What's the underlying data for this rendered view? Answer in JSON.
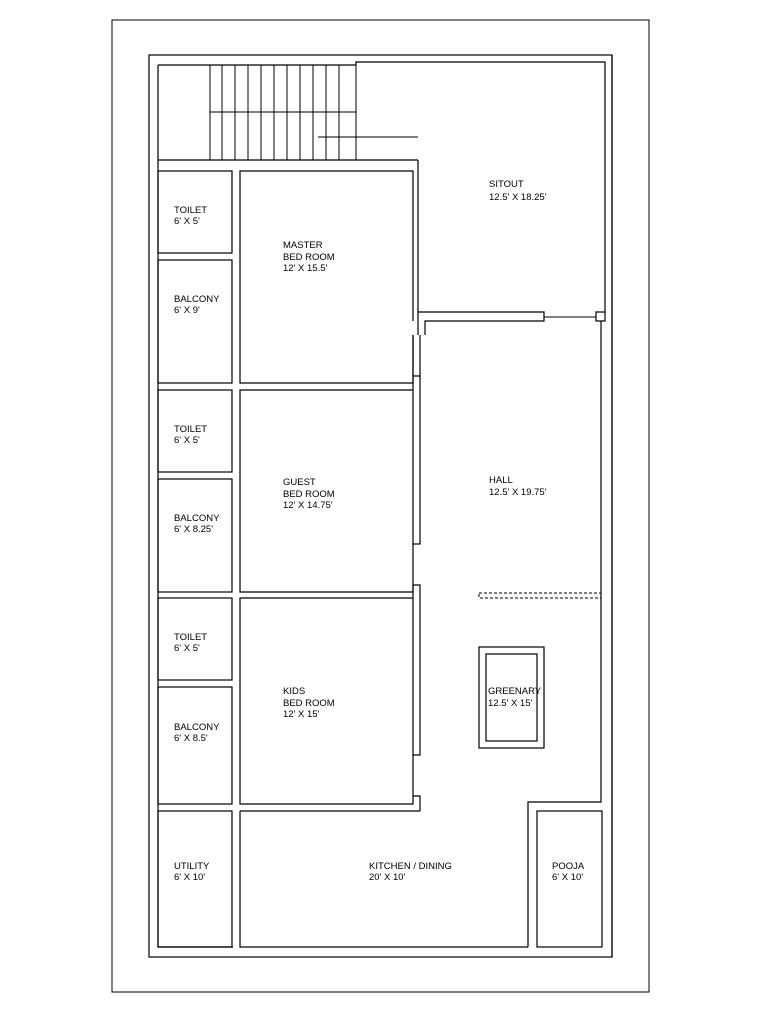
{
  "rooms": {
    "sitout": {
      "name": "SITOUT",
      "size": "12.5' X 18.25'"
    },
    "hall": {
      "name": "HALL",
      "size": "12.5' X 19.75'"
    },
    "master": {
      "line1": "MASTER",
      "line2": "BED ROOM",
      "size": "12' X 15.5'"
    },
    "guest": {
      "line1": "GUEST",
      "line2": "BED ROOM",
      "size": "12' X 14.75'"
    },
    "kids": {
      "line1": "KIDS",
      "line2": "BED ROOM",
      "size": "12' X 15'"
    },
    "toilet1": {
      "name": "TOILET",
      "size": "6' X 5'"
    },
    "balcony1": {
      "name": "BALCONY",
      "size": "6' X 9'"
    },
    "toilet2": {
      "name": "TOILET",
      "size": "6' X 5'"
    },
    "balcony2": {
      "name": "BALCONY",
      "size": "6' X 8.25'"
    },
    "toilet3": {
      "name": "TOILET",
      "size": "6' X 5'"
    },
    "balcony3": {
      "name": "BALCONY",
      "size": "6' X 8.5'"
    },
    "greenary": {
      "name": "GREENARY",
      "size": "12.5' X 15'"
    },
    "utility": {
      "name": "UTILITY",
      "size": "6' X 10'"
    },
    "kitchen": {
      "name": "KITCHEN / DINING",
      "size": "20' X 10'"
    },
    "pooja": {
      "name": "POOJA",
      "size": "6' X 10'"
    }
  }
}
